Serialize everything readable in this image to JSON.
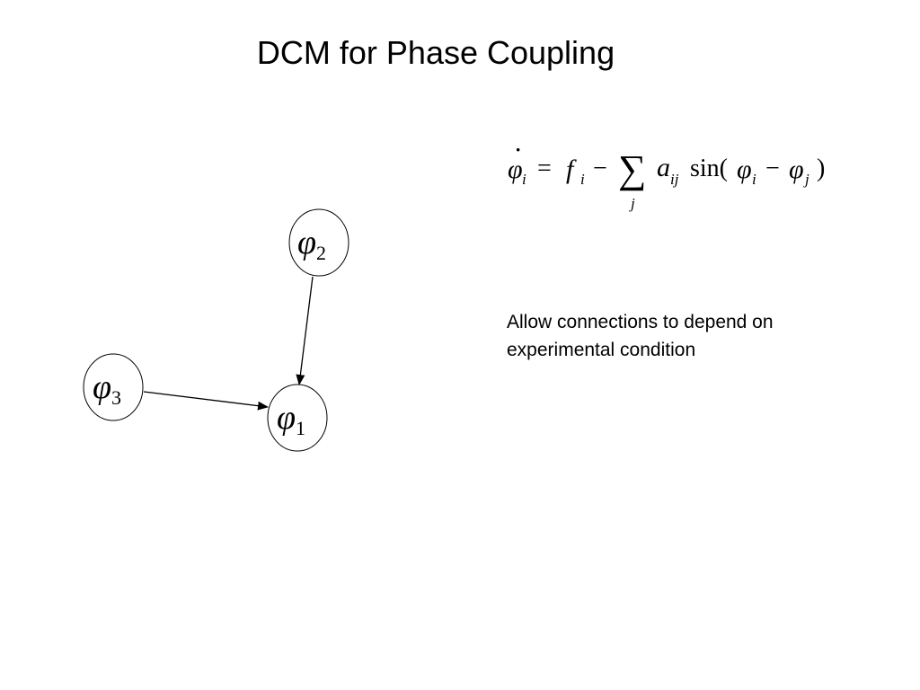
{
  "slide": {
    "title": "DCM for Phase Coupling",
    "note": "Allow connections to depend on experimental condition"
  },
  "equation": {
    "phi": "φ",
    "i": "i",
    "j": "j",
    "f": "f",
    "a": "a",
    "ij": "ij",
    "equals": "=",
    "minus": "−",
    "sum": "∑",
    "sin": "sin(",
    "close": ")"
  },
  "nodes": [
    {
      "id": "phi1",
      "symbol": "φ",
      "index": "1"
    },
    {
      "id": "phi2",
      "symbol": "φ",
      "index": "2"
    },
    {
      "id": "phi3",
      "symbol": "φ",
      "index": "3"
    }
  ],
  "edges": [
    {
      "from": "phi2",
      "to": "phi1"
    },
    {
      "from": "phi3",
      "to": "phi1"
    }
  ]
}
